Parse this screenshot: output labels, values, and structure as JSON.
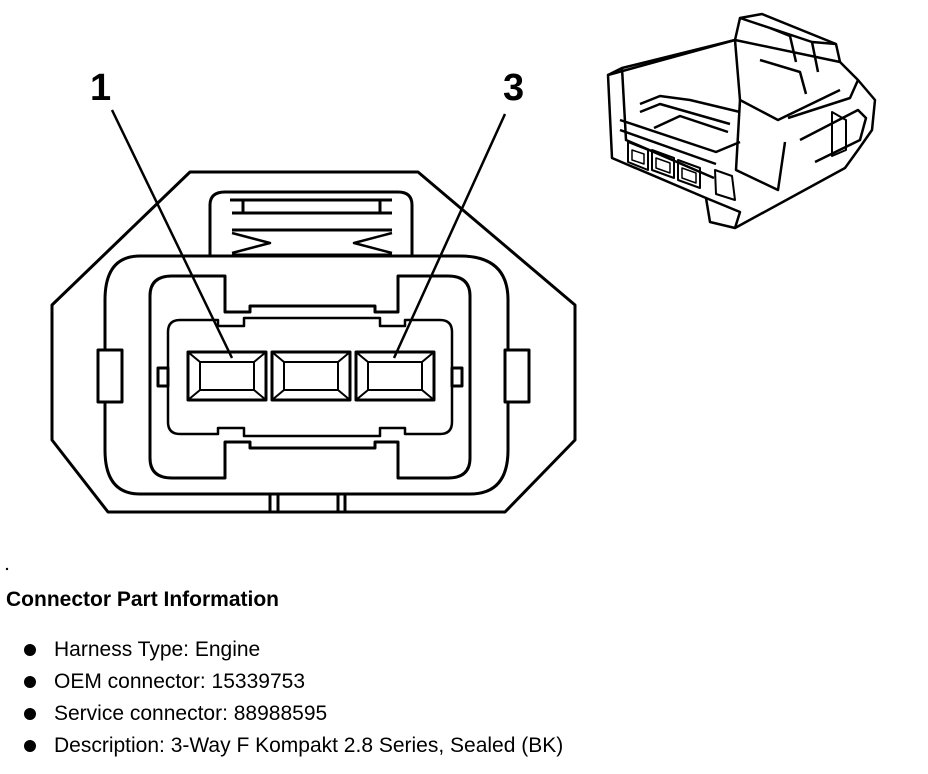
{
  "pin_labels": {
    "pin_1": "1",
    "pin_3": "3"
  },
  "connector_info": {
    "title": "Connector Part Information",
    "items": [
      "Harness Type: Engine",
      "OEM connector: 15339753",
      "Service connector: 88988595",
      "Description: 3-Way F Kompakt 2.8 Series, Sealed (BK)"
    ]
  },
  "colors": {
    "line": "#000000",
    "background": "#ffffff"
  }
}
